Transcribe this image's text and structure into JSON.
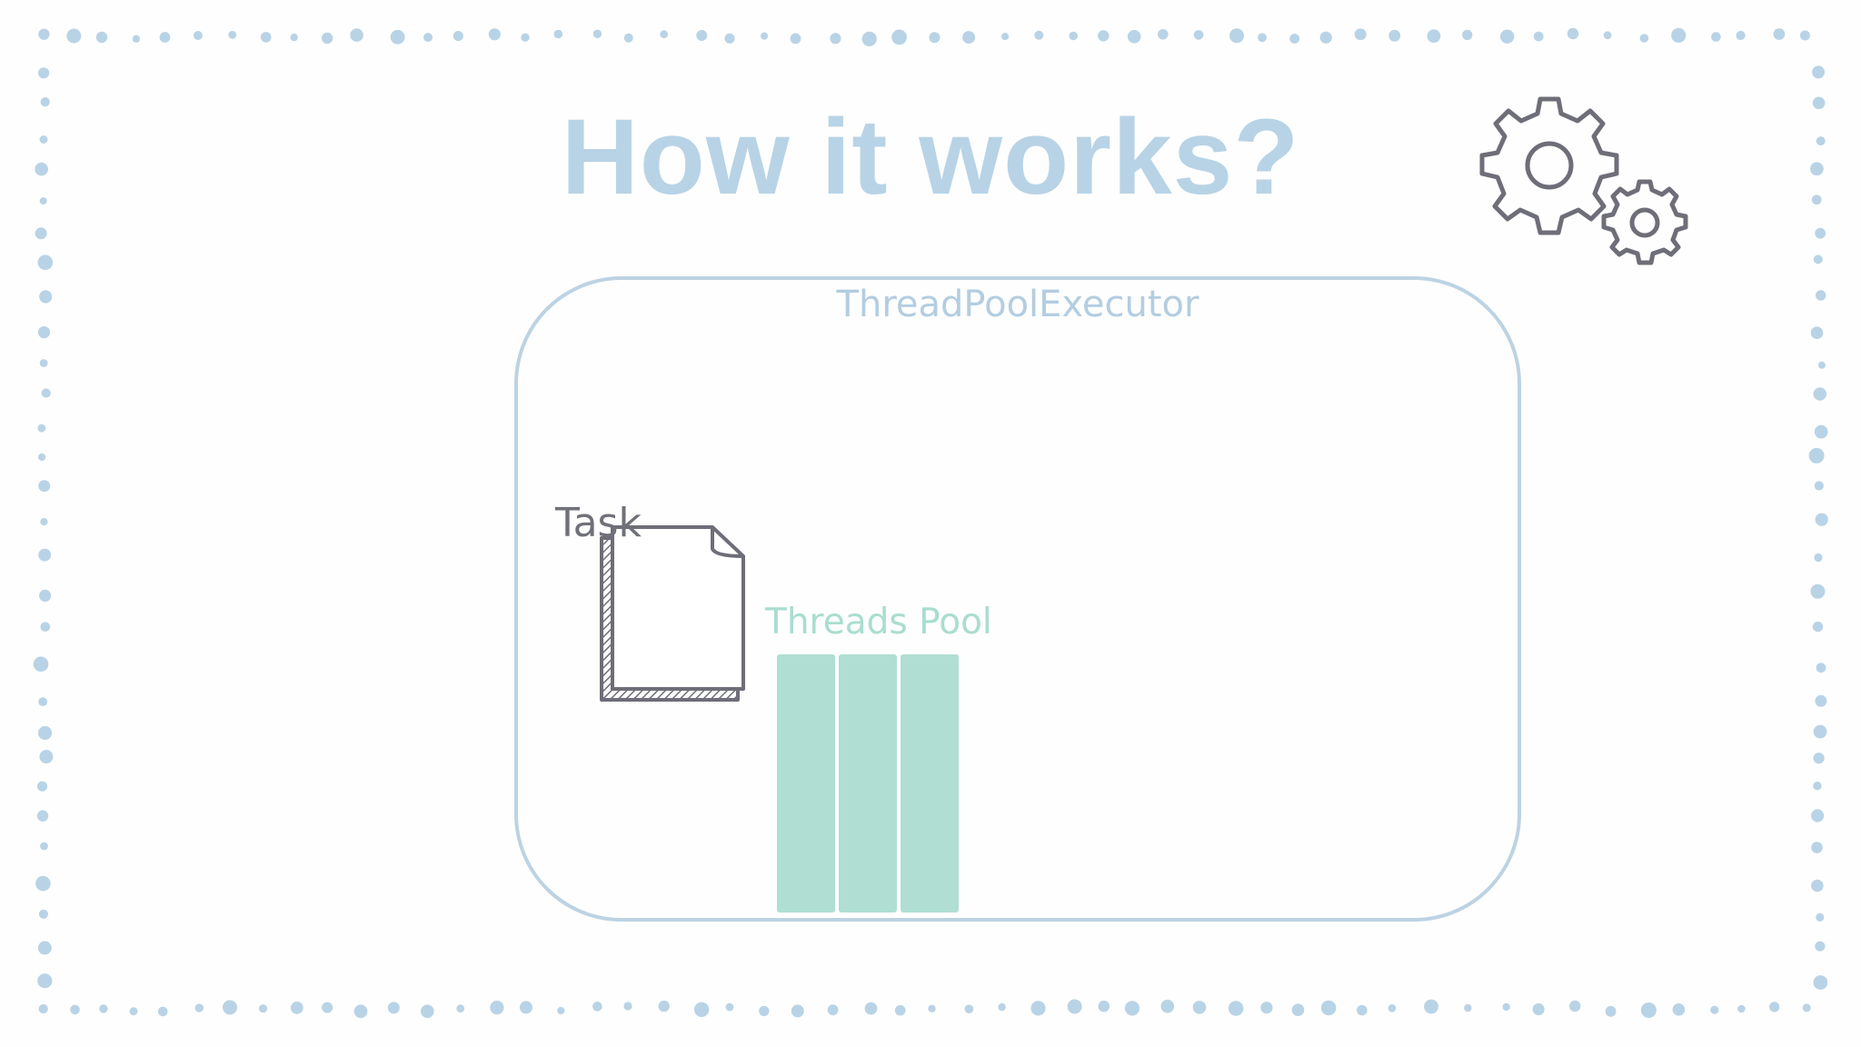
{
  "slide": {
    "title": "How it works?",
    "icon": "gears-icon"
  },
  "diagram": {
    "executor_label": "ThreadPoolExecutor",
    "task_label": "Task",
    "task_icon": "document-icon",
    "threads_pool_label": "Threads Pool",
    "thread_count": 3
  },
  "colors": {
    "accent_blue": "#b8d3e6",
    "thread_green": "#b0ded3",
    "sketch_gray": "#707079",
    "background": "#fefefe"
  }
}
